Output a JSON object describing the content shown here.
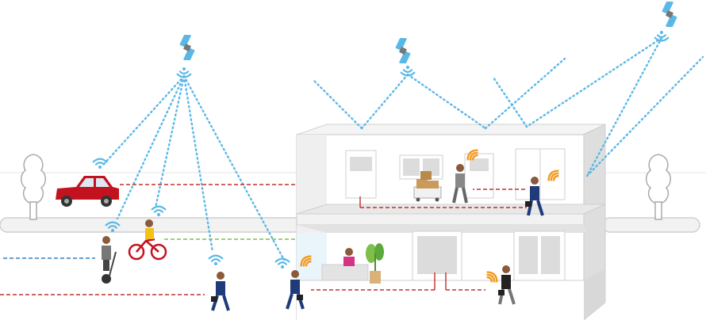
{
  "scene": {
    "kind": "indoor-outdoor positioning illustration",
    "satellites": [
      "satellite-left",
      "satellite-center",
      "satellite-right"
    ],
    "colors": {
      "gnss_signal": "#5bb8e6",
      "wifi_signal": "#5bb8e6",
      "beacon_signal": "#f39a1e",
      "red_path": "#c0312b",
      "green_path": "#7dbf4a",
      "blue_path": "#2f7fc1",
      "building_wall": "#eeeeee",
      "building_edge": "#cfcfcf",
      "road": "#dcdcdc",
      "car": "#c3121f"
    },
    "icons": [
      "satellite-icon",
      "wifi-icon",
      "beacon-icon",
      "car-icon",
      "bicycle-icon",
      "segway-icon",
      "tree-icon",
      "person-icon",
      "package-cart-icon",
      "plant-icon"
    ]
  }
}
